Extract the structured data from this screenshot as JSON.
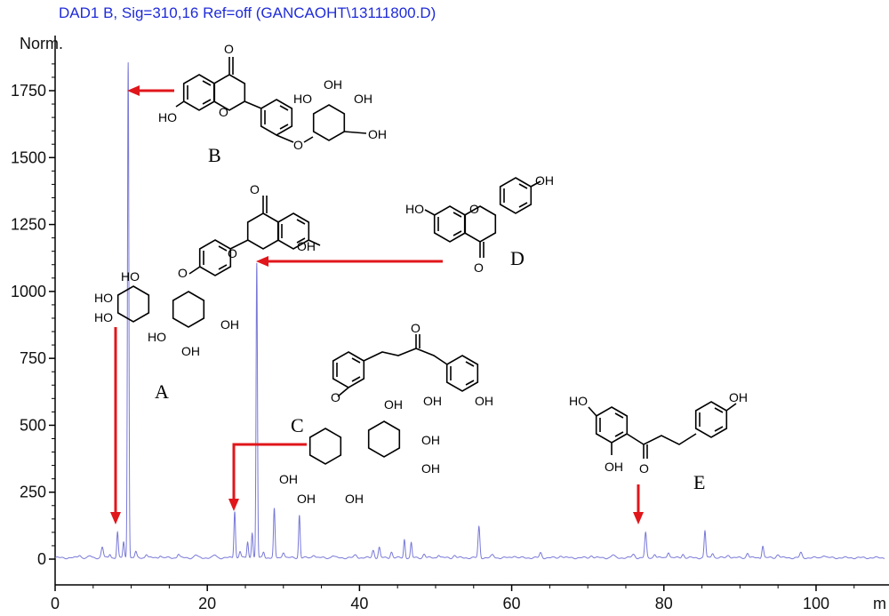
{
  "header": {
    "title": "DAD1 B, Sig=310,16 Ref=off (GANCAOHT\\13111800.D)"
  },
  "chart_data": {
    "type": "line",
    "ylabel": "Norm.",
    "xlabel_fragment": "m",
    "xlim": [
      0,
      109
    ],
    "ylim": [
      -60,
      1900
    ],
    "x_ticks": [
      {
        "value": 0,
        "label": "0"
      },
      {
        "value": 20,
        "label": "20"
      },
      {
        "value": 40,
        "label": "40"
      },
      {
        "value": 60,
        "label": "60"
      },
      {
        "value": 80,
        "label": "80"
      },
      {
        "value": 100,
        "label": "100"
      }
    ],
    "y_ticks": [
      {
        "value": 0,
        "label": "0"
      },
      {
        "value": 250,
        "label": "250"
      },
      {
        "value": 500,
        "label": "500"
      },
      {
        "value": 750,
        "label": "750"
      },
      {
        "value": 1000,
        "label": "1000"
      },
      {
        "value": 1250,
        "label": "1250"
      },
      {
        "value": 1500,
        "label": "1500"
      },
      {
        "value": 1750,
        "label": "1750"
      }
    ],
    "baseline": 5,
    "trace_color": "#7878d8",
    "peaks": [
      {
        "t": 3.2,
        "h": 10,
        "w": 0.18
      },
      {
        "t": 4.6,
        "h": 6,
        "w": 0.18
      },
      {
        "t": 6.2,
        "h": 40,
        "w": 0.14
      },
      {
        "t": 7.2,
        "h": 14,
        "w": 0.12
      },
      {
        "t": 8.2,
        "h": 95,
        "w": 0.1
      },
      {
        "t": 9.0,
        "h": 58,
        "w": 0.1
      },
      {
        "t": 9.6,
        "h": 1855,
        "w": 0.09
      },
      {
        "t": 10.6,
        "h": 22,
        "w": 0.12
      },
      {
        "t": 12.0,
        "h": 14,
        "w": 0.15
      },
      {
        "t": 13.8,
        "h": 9,
        "w": 0.15
      },
      {
        "t": 16.2,
        "h": 14,
        "w": 0.15
      },
      {
        "t": 18.5,
        "h": 10,
        "w": 0.2
      },
      {
        "t": 21.0,
        "h": 10,
        "w": 0.2
      },
      {
        "t": 23.6,
        "h": 175,
        "w": 0.1
      },
      {
        "t": 24.3,
        "h": 25,
        "w": 0.12
      },
      {
        "t": 25.3,
        "h": 58,
        "w": 0.1
      },
      {
        "t": 25.9,
        "h": 95,
        "w": 0.1
      },
      {
        "t": 26.5,
        "h": 1100,
        "w": 0.09
      },
      {
        "t": 27.4,
        "h": 22,
        "w": 0.12
      },
      {
        "t": 28.8,
        "h": 182,
        "w": 0.1
      },
      {
        "t": 30.0,
        "h": 22,
        "w": 0.15
      },
      {
        "t": 32.1,
        "h": 160,
        "w": 0.1
      },
      {
        "t": 34.0,
        "h": 12,
        "w": 0.18
      },
      {
        "t": 36.5,
        "h": 8,
        "w": 0.18
      },
      {
        "t": 39.5,
        "h": 10,
        "w": 0.2
      },
      {
        "t": 41.8,
        "h": 28,
        "w": 0.14
      },
      {
        "t": 42.6,
        "h": 38,
        "w": 0.12
      },
      {
        "t": 44.2,
        "h": 22,
        "w": 0.14
      },
      {
        "t": 45.9,
        "h": 68,
        "w": 0.1
      },
      {
        "t": 46.8,
        "h": 55,
        "w": 0.1
      },
      {
        "t": 48.5,
        "h": 14,
        "w": 0.15
      },
      {
        "t": 50.4,
        "h": 12,
        "w": 0.15
      },
      {
        "t": 52.5,
        "h": 9,
        "w": 0.18
      },
      {
        "t": 55.7,
        "h": 115,
        "w": 0.12
      },
      {
        "t": 57.5,
        "h": 10,
        "w": 0.18
      },
      {
        "t": 60.3,
        "h": 8,
        "w": 0.2
      },
      {
        "t": 63.8,
        "h": 18,
        "w": 0.15
      },
      {
        "t": 66.5,
        "h": 8,
        "w": 0.2
      },
      {
        "t": 70.5,
        "h": 8,
        "w": 0.2
      },
      {
        "t": 73.3,
        "h": 10,
        "w": 0.2
      },
      {
        "t": 76.0,
        "h": 12,
        "w": 0.2
      },
      {
        "t": 77.6,
        "h": 92,
        "w": 0.12
      },
      {
        "t": 78.8,
        "h": 14,
        "w": 0.15
      },
      {
        "t": 80.6,
        "h": 22,
        "w": 0.15
      },
      {
        "t": 82.5,
        "h": 14,
        "w": 0.15
      },
      {
        "t": 85.4,
        "h": 100,
        "w": 0.11
      },
      {
        "t": 86.4,
        "h": 18,
        "w": 0.15
      },
      {
        "t": 88.5,
        "h": 10,
        "w": 0.2
      },
      {
        "t": 91.0,
        "h": 18,
        "w": 0.15
      },
      {
        "t": 93.0,
        "h": 45,
        "w": 0.12
      },
      {
        "t": 95.0,
        "h": 12,
        "w": 0.2
      },
      {
        "t": 98.0,
        "h": 18,
        "w": 0.15
      },
      {
        "t": 101.0,
        "h": 10,
        "w": 0.2
      }
    ],
    "annotations": [
      "B",
      "A",
      "D",
      "C",
      "E"
    ]
  },
  "structure_labels": {
    "oh": "OH",
    "ho": "HO",
    "o": "O"
  },
  "colors": {
    "arrow": "#e0161b",
    "axis": "#000000",
    "title": "#1f2bd8"
  }
}
